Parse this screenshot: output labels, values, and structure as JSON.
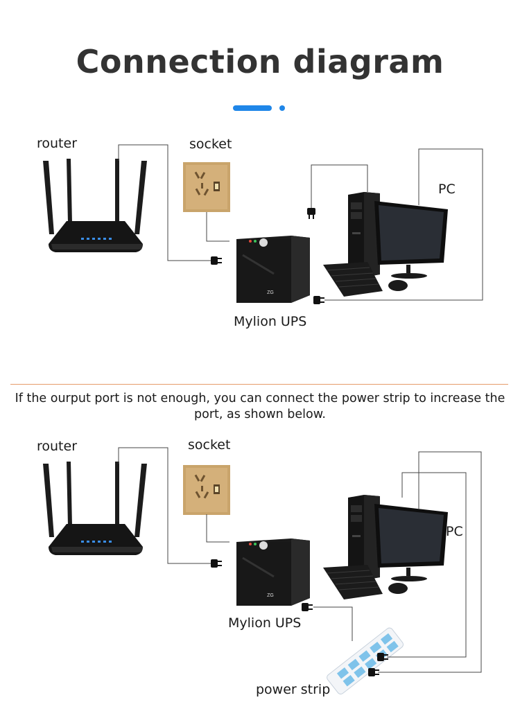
{
  "title": "Connection diagram",
  "colors": {
    "accent": "#1f86e8",
    "divider": "#e59a6a"
  },
  "diagram1": {
    "router_label": "router",
    "socket_label": "socket",
    "pc_label": "PC",
    "ups_label": "Mylion UPS",
    "ups_brand": "ZG"
  },
  "note": "If the ourput port is not enough, you can connect the power strip to increase the port, as shown below.",
  "diagram2": {
    "router_label": "router",
    "socket_label": "socket",
    "pc_label": "PC",
    "ups_label": "Mylion UPS",
    "ups_brand": "ZG",
    "strip_label": "power strip"
  }
}
